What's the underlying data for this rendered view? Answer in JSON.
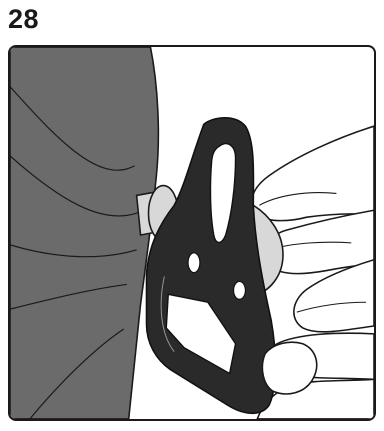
{
  "step": {
    "number": "28"
  },
  "colors": {
    "frame_border": "#1a1a1a",
    "car_seat_shell": "#6b6b6b",
    "connector_latch": "#2a2a2a",
    "hand_fill": "#ffffff",
    "anchor_bar": "#d8d8d8"
  },
  "illustration": {
    "icons": [
      "car-seat-shell",
      "seat-connector-latch",
      "hand",
      "isofix-anchor-bar",
      "latch-slot",
      "latch-button"
    ]
  }
}
